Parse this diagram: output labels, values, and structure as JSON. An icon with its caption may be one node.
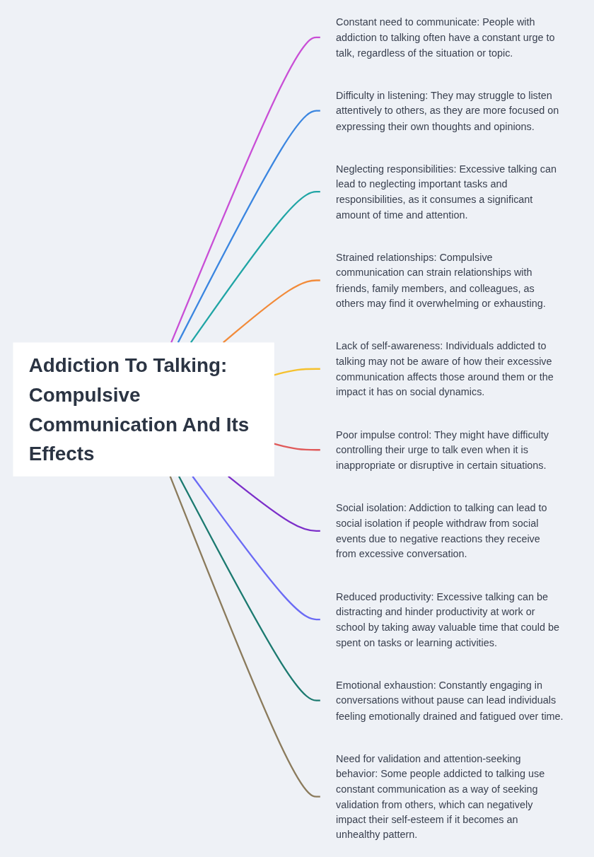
{
  "diagram": {
    "nodes": [
      {
        "text": [
          "Addiction To Talking: Compulsive Communication And Its Effects"
        ]
      },
      {
        "text": [
          "Constant need to communicate: People with addiction to talking often have a constant urge to talk, regardless of the situation or topic."
        ]
      },
      {
        "text": [
          "Difficulty in listening: They may struggle to listen attentively to others, as they are more focused on expressing their own thoughts and opinions."
        ]
      },
      {
        "text": [
          "Neglecting responsibilities: Excessive talking can lead to neglecting important tasks and responsibilities, as it consumes a significant amount of time and attention."
        ]
      },
      {
        "text": [
          "Strained relationships: Compulsive communication can strain relationships with friends, family members, and colleagues, as others may find it overwhelming or exhausting."
        ]
      },
      {
        "text": [
          "Lack of self-awareness: Individuals addicted to talking may not be aware of how their excessive communication affects those around them or the impact it has on social dynamics."
        ]
      },
      {
        "text": [
          "Poor impulse control: They might have difficulty controlling their urge to talk even when it is inappropriate or disruptive in certain situations."
        ]
      },
      {
        "text": [
          "Social isolation: Addiction to talking can lead to social isolation if people withdraw from social events due to negative reactions they receive from excessive conversation."
        ]
      },
      {
        "text": [
          "Reduced productivity: Excessive talking can be distracting and hinder productivity at work or school by taking away valuable time that could be spent on tasks or learning activities."
        ]
      },
      {
        "text": [
          "Emotional exhaustion: Constantly engaging in conversations without pause can lead individuals feeling emotionally drained and fatigued over time."
        ]
      },
      {
        "text": [
          "Need for validation and attention-seeking behavior: Some people addicted to talking use constant communication as a way of seeking validation from others, which can negatively impact their self-esteem if it becomes an unhealthy pattern."
        ]
      }
    ],
    "edges": [
      {
        "from": 0,
        "to": 1,
        "arrow": "none",
        "color": "#c94fd6"
      },
      {
        "from": 0,
        "to": 2,
        "arrow": "none",
        "color": "#3b86e0"
      },
      {
        "from": 0,
        "to": 3,
        "arrow": "none",
        "color": "#20a5a5"
      },
      {
        "from": 0,
        "to": 4,
        "arrow": "none",
        "color": "#f28b3a"
      },
      {
        "from": 0,
        "to": 5,
        "arrow": "none",
        "color": "#f5c12e"
      },
      {
        "from": 0,
        "to": 6,
        "arrow": "none",
        "color": "#e05a5a"
      },
      {
        "from": 0,
        "to": 7,
        "arrow": "none",
        "color": "#7c2fc9"
      },
      {
        "from": 0,
        "to": 8,
        "arrow": "none",
        "color": "#6b6bf5"
      },
      {
        "from": 0,
        "to": 9,
        "arrow": "none",
        "color": "#1c7a70"
      },
      {
        "from": 0,
        "to": 10,
        "arrow": "none",
        "color": "#8b7b5c"
      }
    ]
  }
}
